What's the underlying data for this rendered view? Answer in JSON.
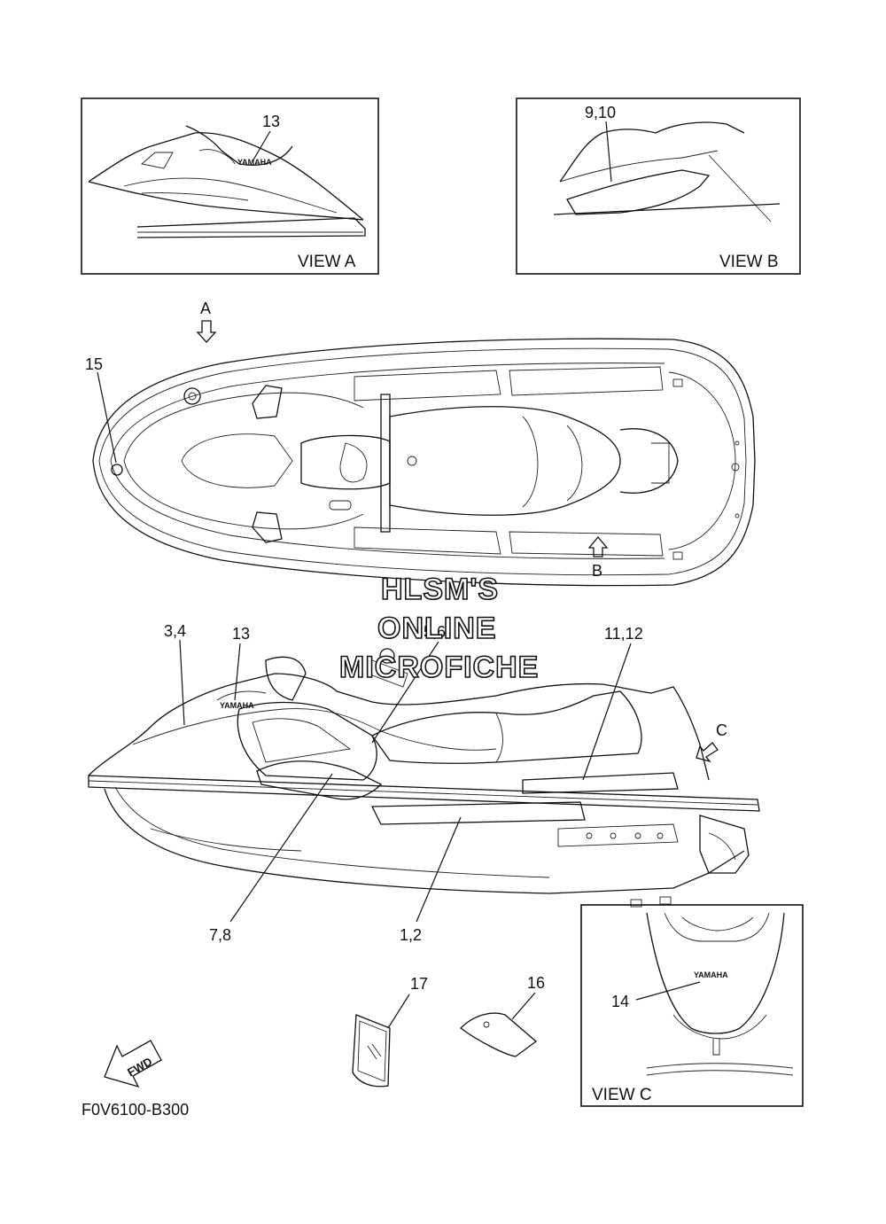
{
  "views": {
    "a": {
      "label": "VIEW A"
    },
    "b": {
      "label": "VIEW B"
    },
    "c": {
      "label": "VIEW C"
    }
  },
  "arrows": {
    "a": "A",
    "b": "B",
    "c": "C"
  },
  "callouts": {
    "view_a_13": "13",
    "view_b_9_10": "9,10",
    "top_15": "15",
    "side_3_4": "3,4",
    "side_13": "13",
    "side_5_6": "5,6",
    "side_11_12": "11,12",
    "side_7_8": "7,8",
    "side_1_2": "1,2",
    "part_17": "17",
    "part_16": "16",
    "view_c_14": "14"
  },
  "brand_text": "YAMAHA",
  "fwd_label": "FWD",
  "figure_code": "F0V6100-B300",
  "watermark": {
    "line1": "HLSM'S",
    "line2": "ONLINE",
    "line3": "MICROFICHE"
  }
}
